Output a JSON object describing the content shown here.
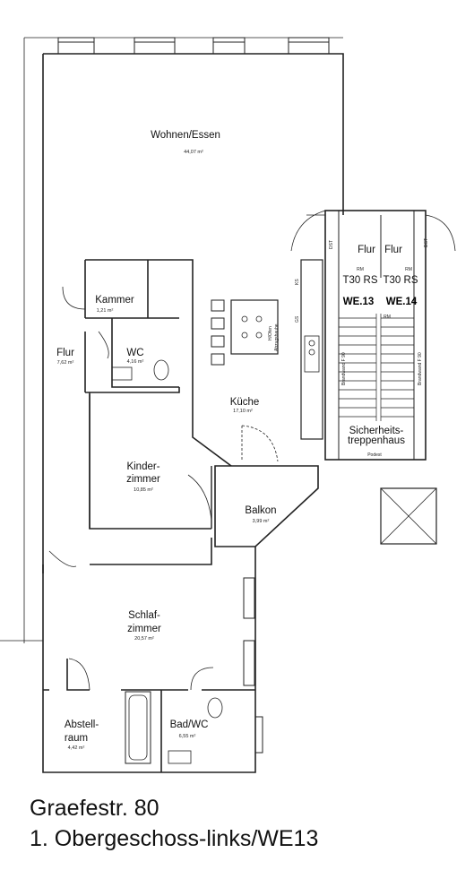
{
  "rooms": {
    "wohnen": {
      "name": "Wohnen/Essen",
      "area": "44,07 m²"
    },
    "kammer": {
      "name": "Kammer",
      "area": "1,21 m²"
    },
    "flur": {
      "name": "Flur",
      "area": "7,62 m²"
    },
    "wc": {
      "name": "WC",
      "area": "4,16 m²"
    },
    "kueche": {
      "name": "Küche",
      "area": "17,10 m²"
    },
    "kinder": {
      "name_line1": "Kinder-",
      "name_line2": "zimmer",
      "area": "10,85 m²"
    },
    "balkon": {
      "name": "Balkon",
      "area": "3,99 m²"
    },
    "schlaf": {
      "name_line1": "Schlaf-",
      "name_line2": "zimmer",
      "area": "20,57 m²"
    },
    "abstell": {
      "name_line1": "Abstell-",
      "name_line2": "raum",
      "area": "4,42 m²"
    },
    "bad": {
      "name": "Bad/WC",
      "area": "6,55 m²"
    }
  },
  "stair": {
    "flur_left": "Flur",
    "flur_right": "Flur",
    "t30_left": "T30 RS",
    "t30_right": "T30 RS",
    "we_left": "WE.13",
    "we_right": "WE.14",
    "rm_left": "RM",
    "rm_right": "RM",
    "rm_center": "RM",
    "dst_left": "DST",
    "dst_right": "DST",
    "name_line1": "Sicherheits-",
    "name_line2": "treppenhaus",
    "podest": "Podest",
    "brandwand_left": "Brandwand F 90",
    "brandwand_right": "Brandwand F 90"
  },
  "kitchen_labels": {
    "ks": "KS",
    "gs": "GS",
    "oven": "H/Ofen",
    "hood": "Abzugshaube"
  },
  "footer": {
    "address": "Graefestr. 80",
    "floor": "1. Obergeschoss-links/WE13"
  }
}
